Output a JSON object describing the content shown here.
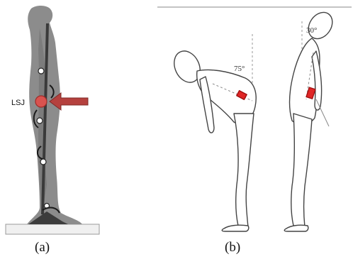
{
  "panel_a": {
    "joint_label": "LSJ",
    "caption": "(a)",
    "marker_color": "#d9534f",
    "arrow_color": "#b5413e",
    "silhouette_color": "#8c8c8c"
  },
  "panel_b": {
    "caption": "(b)",
    "figure_left": {
      "angle_label": "75°"
    },
    "figure_right": {
      "angle_label": "30°"
    },
    "marker_color": "#e02626"
  }
}
